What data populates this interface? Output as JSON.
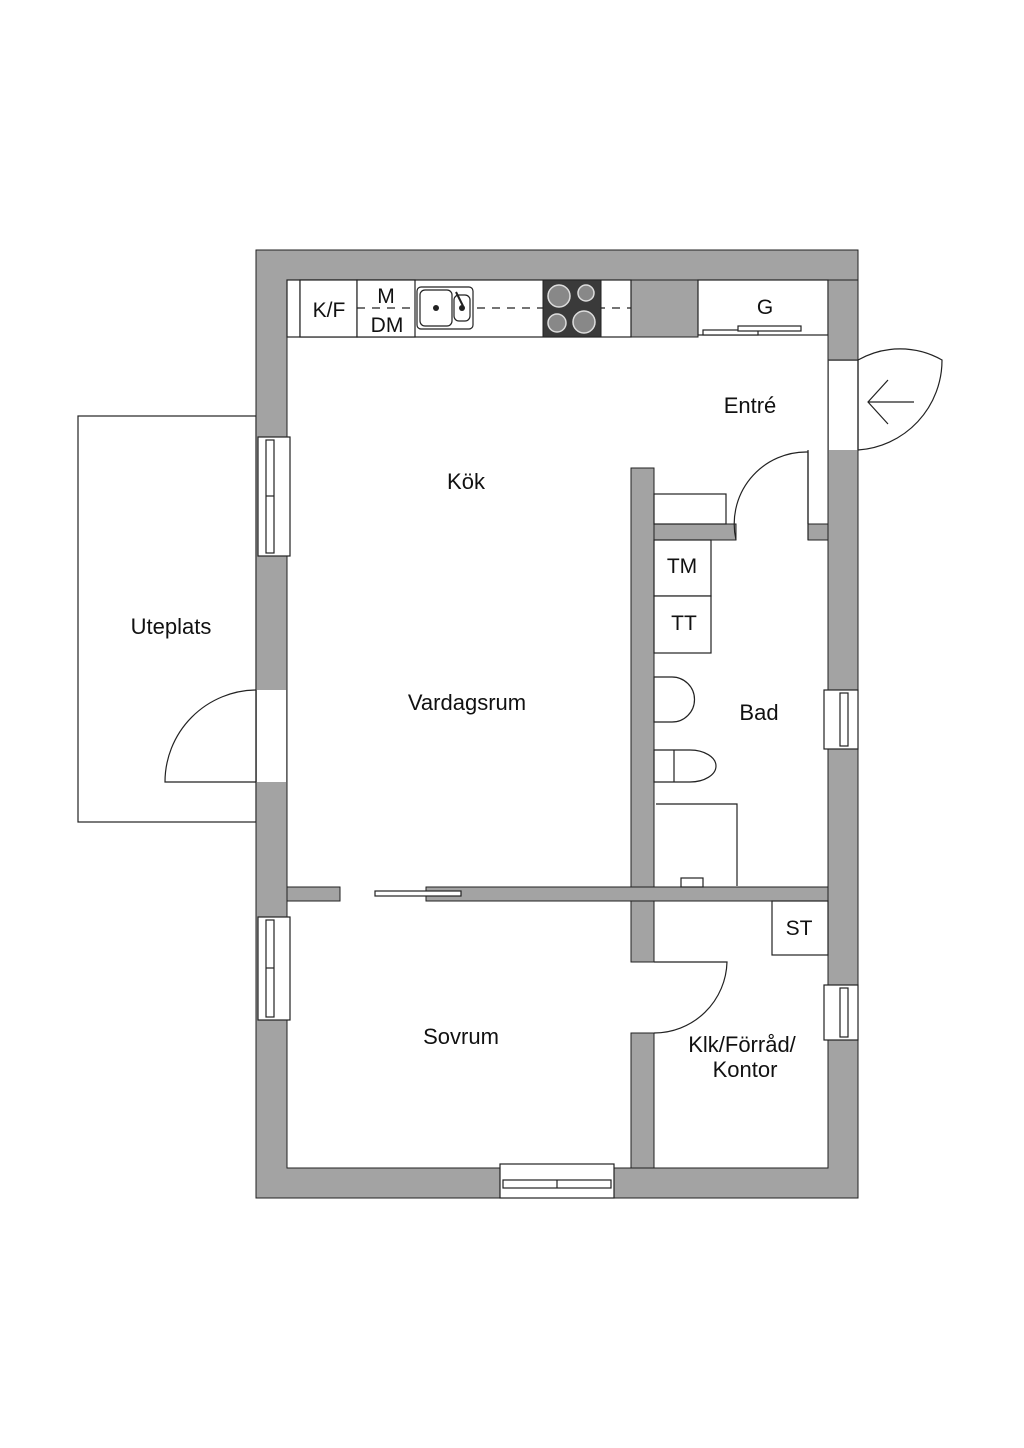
{
  "rooms": {
    "kitchen": "Kök",
    "entry": "Entré",
    "patio": "Uteplats",
    "living": "Vardagsrum",
    "bath": "Bad",
    "bedroom": "Sovrum",
    "closet_line1": "Klk/Förråd/",
    "closet_line2": "Kontor"
  },
  "fixtures": {
    "fridge": "K/F",
    "microwave": "M",
    "dishwasher": "DM",
    "wardrobe": "G",
    "washer": "TM",
    "dryer": "TT",
    "storage": "ST"
  },
  "colors": {
    "wall": "#a3a3a3",
    "stove": "#3a3a3a"
  }
}
